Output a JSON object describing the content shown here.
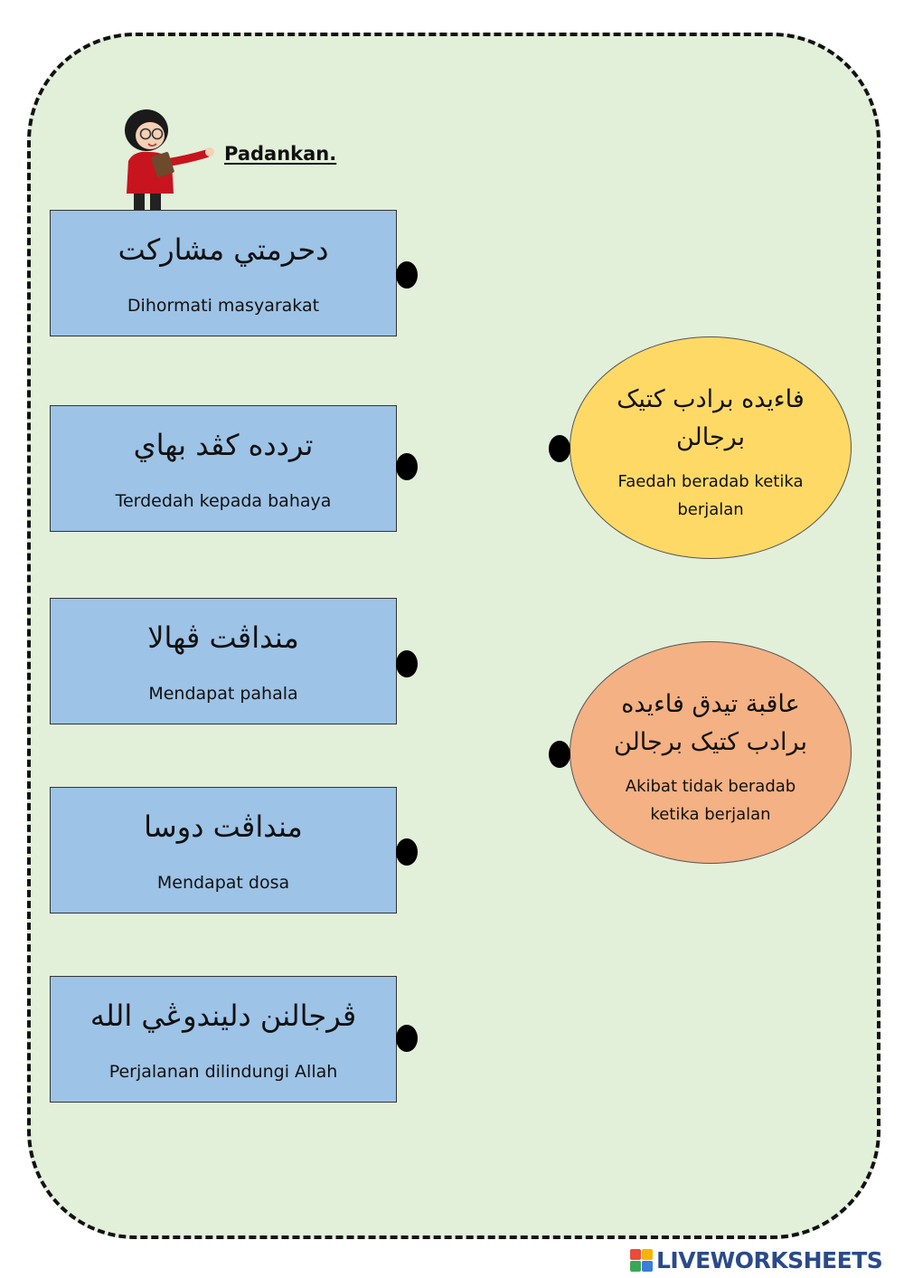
{
  "instruction": "Padankan.",
  "left_items": [
    {
      "jawi": "دحرمتي مشاركت",
      "latin": "Dihormati masyarakat"
    },
    {
      "jawi": "تردده كڤد بهاي",
      "latin": "Terdedah kepada bahaya"
    },
    {
      "jawi": "منداڤت ڤهالا",
      "latin": "Mendapat pahala"
    },
    {
      "jawi": "منداڤت دوسا",
      "latin": "Mendapat dosa"
    },
    {
      "jawi": "ڤرجالنن دليندوڠي الله",
      "latin": "Perjalanan dilindungi Allah"
    }
  ],
  "right_items": [
    {
      "jawi": "فاءيده برادب كتيک برجالن",
      "latin": "Faedah beradab ketika berjalan",
      "color": "#ffd966"
    },
    {
      "jawi": "عاقبة تيدق فاءيده برادب كتيک برجالن",
      "latin": "Akibat tidak beradab ketika berjalan",
      "color": "#f4b183"
    }
  ],
  "colors": {
    "background": "#e2efd9",
    "card": "#9dc3e6",
    "yellow_oval": "#ffd966",
    "orange_oval": "#f4b183"
  },
  "brand": {
    "name": "LIVEWORKSHEETS"
  }
}
